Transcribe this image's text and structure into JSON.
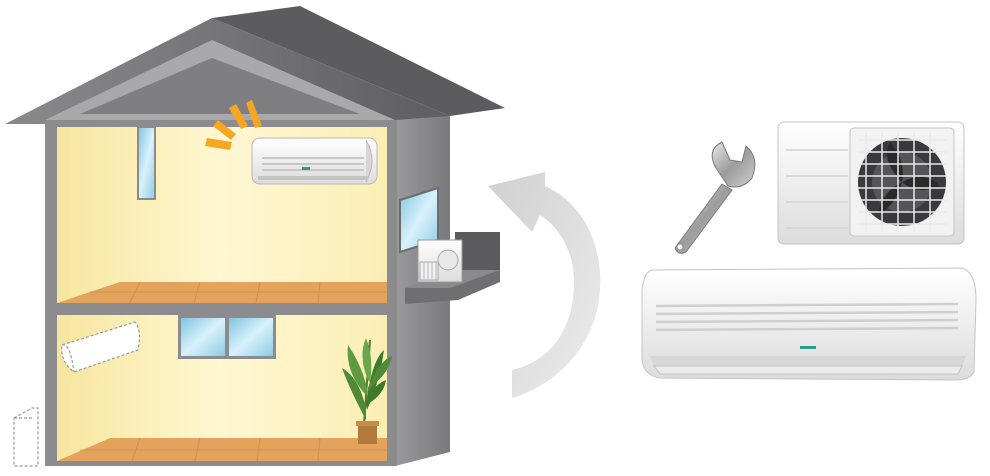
{
  "scene": {
    "description_free": true,
    "colors": {
      "roof_dark": "#6e6e70",
      "roof_light": "#9a9a9c",
      "wall_gray": "#8c8c8e",
      "interior_yellow": "#fbf0b8",
      "floor_wood": "#e8a860",
      "arrow_gray": "#dcdcdc",
      "window_blue": "#a8d8ea",
      "alert_orange": "#f5a623",
      "unit_white": "#f4f4f4",
      "indicator_teal": "#2a9d8f"
    },
    "icons": {
      "house": "house-cutaway-illustration",
      "arrow": "curved-arrow-icon",
      "wrench": "wrench-icon",
      "outdoor_unit": "outdoor-ac-unit",
      "indoor_unit": "indoor-ac-unit",
      "plant": "potted-plant-icon",
      "alert": "alert-burst-icon"
    }
  }
}
